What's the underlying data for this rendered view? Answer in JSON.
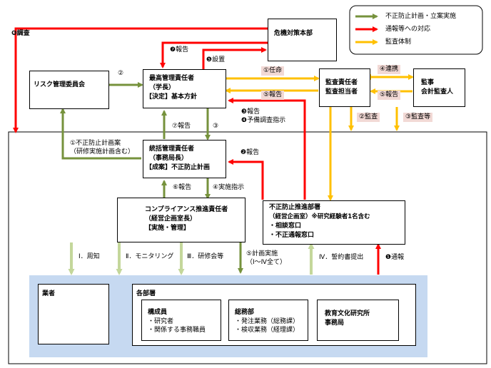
{
  "legend": {
    "items": [
      {
        "label": "不正防止計画・立案実施",
        "color": "#76923c"
      },
      {
        "label": "通報等への対応",
        "color": "#ff0000"
      },
      {
        "label": "監査体制",
        "color": "#ffc000"
      }
    ]
  },
  "nodes": {
    "crisis": {
      "title": "危機対策本部"
    },
    "risk": {
      "title": "リスク管理委員会"
    },
    "top": {
      "title": "最高管理責任者",
      "sub1": "（学長）",
      "sub2": "【決定】基本方針"
    },
    "auditor_in": {
      "title": "監査責任者",
      "sub1": "監査担当者"
    },
    "auditor_out": {
      "title": "監事",
      "sub1": "会計監査人"
    },
    "general": {
      "title": "統括管理責任者",
      "sub1": "（事務局長）",
      "sub2": "【成案】不正防止計画"
    },
    "compliance": {
      "title": "コンプライアンス推進責任者",
      "sub1": "（経営企画室長）",
      "sub2": "【実施・管理】"
    },
    "promotion": {
      "title": "不正防止推進部署",
      "sub1": "（経営企画室）※研究経験者1名含む",
      "sub2": "・相談窓口",
      "sub3": "・不正通報窓口"
    },
    "vendor": {
      "title": "業者"
    },
    "depts": {
      "title": "各部署"
    },
    "members": {
      "title": "構成員",
      "sub1": "・研究者",
      "sub2": "・関係する事務職員"
    },
    "general_affairs": {
      "title": "総務部",
      "sub1": "・発注業務（総務課）",
      "sub2": "・検収業務（経理課）"
    },
    "edu": {
      "title": "教育文化研究所",
      "sub1": "事務局"
    }
  },
  "labels": {
    "investigation": "❻調査",
    "report7": "❼報告",
    "install5": "❺設置",
    "two": "②",
    "appoint1": "①任命",
    "report5a": "⑤報告",
    "collab4": "④連携",
    "report5b": "⑤報告",
    "audit2": "②監査",
    "audit3": "③監査等",
    "report3": "❸報告",
    "prelim4": "❹予備調査指示",
    "plan1a": "①不正防止計画案",
    "plan1b": "（研修実施計画含む）",
    "report7b": "⑦報告",
    "three": "③",
    "report2": "❷報告",
    "report6": "⑥報告",
    "instruct4": "④実施指示",
    "i": "Ⅰ．周知",
    "ii": "Ⅱ．モニタリング",
    "iii": "Ⅲ．研修会等",
    "plan5a": "⑤計画実施",
    "plan5b": "（Ⅰ～Ⅳ全て）",
    "iv": "Ⅳ．誓約書提出",
    "notice1": "❶通報"
  }
}
